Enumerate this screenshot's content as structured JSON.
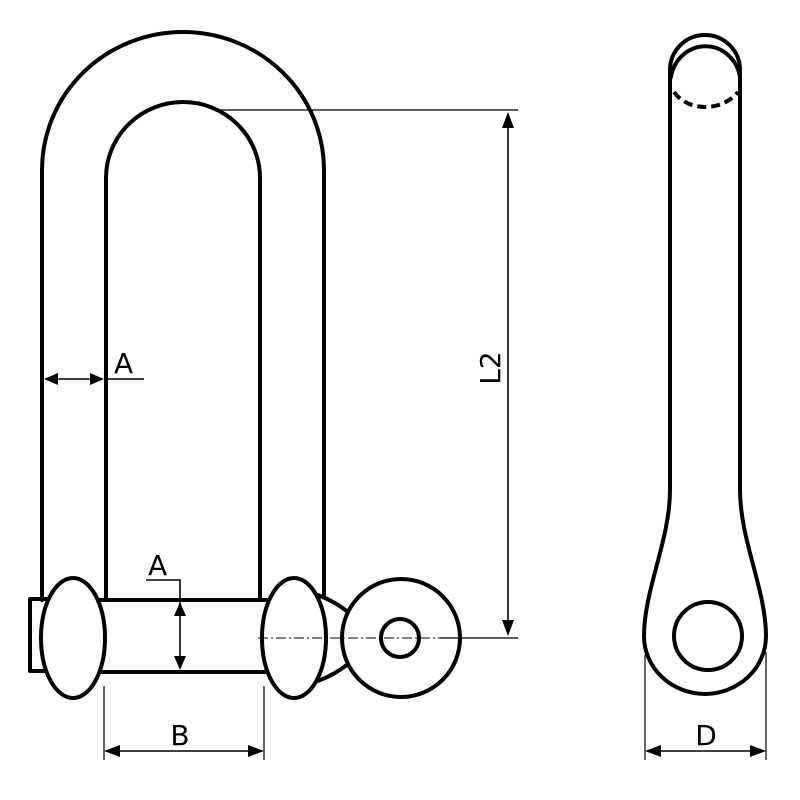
{
  "diagram": {
    "labels": {
      "material_thickness_side": "A",
      "material_thickness_pin": "A",
      "inner_length": "L2",
      "inner_width": "B",
      "pin_diameter": "D"
    }
  }
}
